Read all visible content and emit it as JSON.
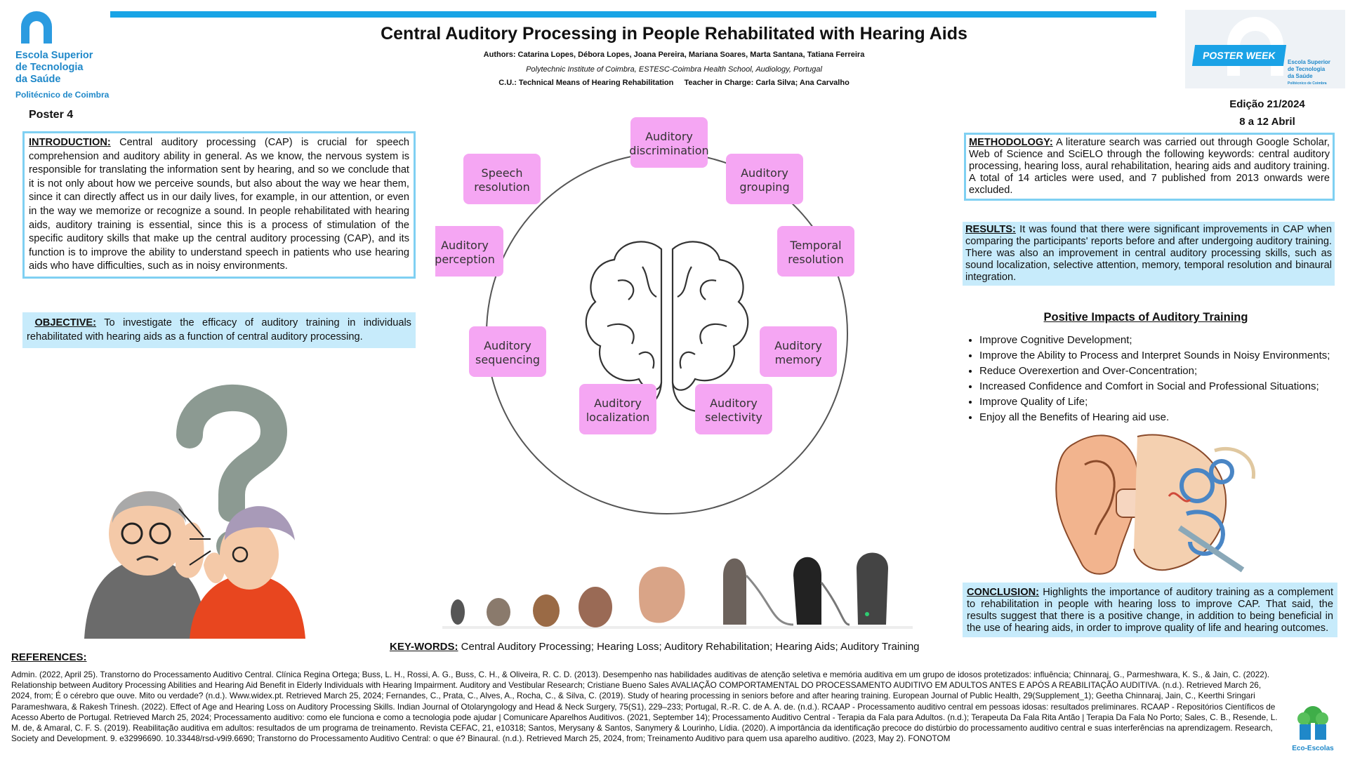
{
  "header": {
    "title": "Central Auditory Processing in People Rehabilitated with Hearing Aids",
    "authors": "Authors:  Catarina Lopes, Débora Lopes, Joana Pereira, Mariana Soares, Marta Santana, Tatiana Ferreira",
    "affiliation": "Polytechnic Institute of Coimbra, ESTESC-Coimbra Health School, Audiology, Portugal",
    "course": "C.U.: Technical Means of Hearing Rehabilitation",
    "teachers": "Teacher in Charge: Carla Silva; Ana Carvalho"
  },
  "logo_left": {
    "line1": "Escola Superior",
    "line2": "de Tecnologia",
    "line3": "da Saúde",
    "sub": "Politécnico de Coimbra"
  },
  "logo_right": {
    "banner": "POSTER WEEK",
    "line1": "Escola Superior",
    "line2": "de Tecnologia",
    "line3": "da Saúde",
    "sub": "Politécnico de Coimbra"
  },
  "poster_number": "Poster  4",
  "edition": {
    "label": "Edição 21/2024",
    "dates": "8 a 12 Abril"
  },
  "introduction": {
    "heading": "INTRODUCTION:",
    "text": " Central auditory processing (CAP) is crucial for speech comprehension and auditory ability in general. As we know, the nervous system is responsible for translating the information sent by hearing, and so we conclude that it is not only about how we perceive sounds, but also about the way we hear them, since it can directly affect us in our daily lives, for example, in our attention, or even in the way we memorize or recognize a sound. In people rehabilitated with hearing aids, auditory training is essential, since this is a process of stimulation of the specific auditory skills that make up the central auditory processing (CAP), and its function is to improve the ability to understand speech in patients who use hearing aids who have difficulties, such as in noisy environments."
  },
  "objective": {
    "heading": "OBJECTIVE:",
    "text": " To investigate the efficacy of auditory training in individuals rehabilitated with hearing aids as a function of central auditory processing."
  },
  "methodology": {
    "heading": "METHODOLOGY:",
    "text": " A literature search was carried out through Google Scholar, Web of Science and SciELO through the following keywords: central auditory processing, hearing loss, aural rehabilitation, hearing aids and auditory training. A total of 14 articles were used, and 7 published from 2013 onwards were excluded."
  },
  "results": {
    "heading": "RESULTS:",
    "text": " It was found that there were significant improvements in CAP when comparing the participants' reports before and after undergoing auditory training. There was also an improvement in central auditory processing skills, such as sound localization, selective attention, memory, temporal resolution and binaural integration."
  },
  "impacts": {
    "title": "Positive Impacts of Auditory Training",
    "items": [
      "Improve Cognitive Development;",
      "Improve the Ability to Process and Interpret Sounds in Noisy Environments;",
      "Reduce Overexertion and Over-Concentration;",
      "Increased Confidence and Comfort in Social and Professional Situations;",
      "Improve Quality of Life;",
      "Enjoy all the Benefits of Hearing aid use."
    ]
  },
  "conclusion": {
    "heading": "CONCLUSION:",
    "text": " Highlights the importance of auditory training as a complement to rehabilitation in people with hearing loss to improve CAP. That said, the results suggest that there is a positive change, in addition to being beneficial in the use of hearing aids, in order to improve quality of life and hearing outcomes."
  },
  "diagram": {
    "nodes": [
      {
        "line1": "Auditory",
        "line2": "discrimination"
      },
      {
        "line1": "Auditory",
        "line2": "grouping"
      },
      {
        "line1": "Temporal",
        "line2": "resolution"
      },
      {
        "line1": "Auditory",
        "line2": "memory"
      },
      {
        "line1": "Auditory",
        "line2": "selectivity"
      },
      {
        "line1": "Auditory",
        "line2": "localization"
      },
      {
        "line1": "Auditory",
        "line2": "sequencing"
      },
      {
        "line1": "Auditory",
        "line2": "perception"
      },
      {
        "line1": "Speech",
        "line2": "resolution"
      }
    ],
    "colors": {
      "node": "#f5a6f3",
      "ring": "#555555"
    }
  },
  "keywords": {
    "heading": "KEY-WORDS:",
    "text": " Central Auditory Processing; Hearing Loss; Auditory Rehabilitation; Hearing Aids; Auditory Training"
  },
  "references": {
    "heading": "REFERENCES:",
    "text": "Admin. (2022, April 25). Transtorno do Processamento Auditivo Central. Clínica Regina Ortega; Buss, L. H., Rossi, A. G., Buss, C. H., & Oliveira, R. C. D. (2013). Desempenho nas habilidades auditivas de atenção seletiva e memória auditiva em um grupo de idosos protetizados: influência; Chinnaraj, G., Parmeshwara, K. S., & Jain, C. (2022). Relationship between Auditory Processing Abilities and Hearing Aid Benefit in Elderly Individuals with Hearing Impairment. Auditory and Vestibular Research; Cristiane Bueno Sales AVALIAÇÃO COMPORTAMENTAL DO PROCESSAMENTO AUDITIVO EM ADULTOS ANTES E APÓS A REABILITAÇÃO AUDITIVA. (n.d.). Retrieved March 26, 2024, from; É o cérebro que ouve. Mito ou verdade? (n.d.). Www.widex.pt. Retrieved March 25, 2024; Fernandes, C., Prata, C., Alves, A., Rocha, C., & Silva, C. (2019). Study of hearing processing in seniors before and after hearing training. European Journal of Public Health, 29(Supplement_1); Geetha Chinnaraj, Jain, C., Keerthi Sringari Parameshwara, & Rakesh Trinesh. (2022). Effect of Age and Hearing Loss on Auditory Processing Skills. Indian Journal of Otolaryngology and Head & Neck Surgery, 75(S1), 229–233; Portugal, R.-R. C. de A. A. de. (n.d.). RCAAP - Processamento auditivo central em pessoas idosas: resultados preliminares. RCAAP - Repositórios Científicos de Acesso Aberto de Portugal. Retrieved March 25, 2024; Processamento auditivo: como ele funciona e como a tecnologia pode ajudar | Comunicare Aparelhos Auditivos. (2021, September 14); Processamento Auditivo Central - Terapia da Fala para Adultos. (n.d.); Terapeuta Da Fala Rita Antão | Terapia Da Fala No Porto; Sales, C. B., Resende, L. M. de, & Amaral, C. F. S. (2019). Reabilitação auditiva em adultos: resultados de um programa de treinamento. Revista CEFAC, 21, e10318; Santos, Merysany & Santos, Sanymery & Lourinho, Lídia. (2020). A importância da identificação precoce do distúrbio do processamento auditivo central e suas interferências na aprendizagem. Research, Society and Development. 9. e32996690. 10.33448/rsd-v9i9.6690; Transtorno do Processamento Auditivo Central: o que é? Binaural. (n.d.). Retrieved March 25, 2024, from; Treinamento Auditivo para quem usa aparelho auditivo. (2023, May 2). FONOTOM"
  },
  "eco_logo": {
    "label": "Eco-Escolas"
  }
}
